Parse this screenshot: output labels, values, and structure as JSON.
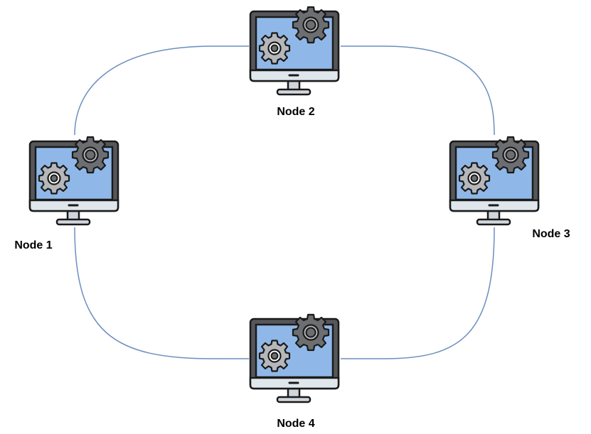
{
  "nodes": [
    {
      "id": "node-1",
      "label": "Node 1",
      "icon": "computer-gear-icon"
    },
    {
      "id": "node-2",
      "label": "Node 2",
      "icon": "computer-gear-icon"
    },
    {
      "id": "node-3",
      "label": "Node 3",
      "icon": "computer-gear-icon"
    },
    {
      "id": "node-4",
      "label": "Node 4",
      "icon": "computer-gear-icon"
    }
  ],
  "edges": [
    {
      "from": "Node 1",
      "to": "Node 2"
    },
    {
      "from": "Node 2",
      "to": "Node 3"
    },
    {
      "from": "Node 3",
      "to": "Node 4"
    },
    {
      "from": "Node 4",
      "to": "Node 1"
    }
  ],
  "colors": {
    "edge": "#6c8ebf",
    "monitor_frame": "#55575b",
    "screen": "#8fb8e8",
    "bezel": "#dfe6ec",
    "outline": "#1a1a1a",
    "gear_dark": "#6d6e71",
    "gear_light": "#b5b7ba",
    "stand": "#d0d6dc",
    "label": "#000000"
  }
}
